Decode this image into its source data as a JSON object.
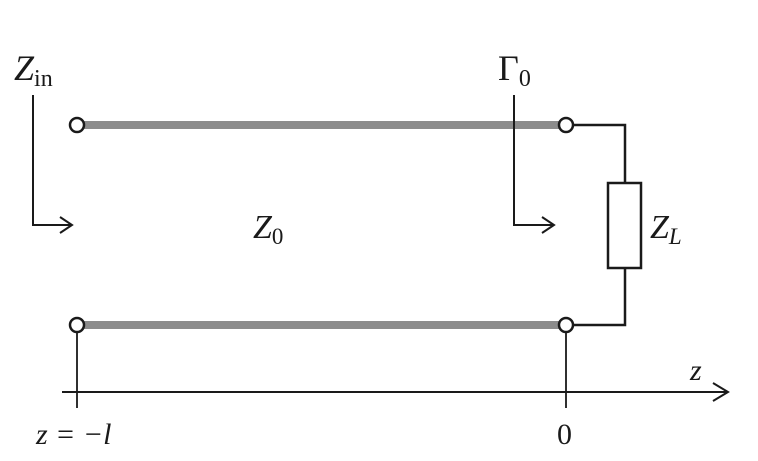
{
  "labels": {
    "z_in": {
      "main": "Z",
      "sub": "in"
    },
    "gamma0": {
      "main": "Γ",
      "sub": "0"
    },
    "z0": {
      "main": "Z",
      "sub": "0"
    },
    "zl": {
      "main": "Z",
      "sub": "L"
    },
    "z_axis": "z",
    "z_left": {
      "prefix": "z = −",
      "var": "l"
    },
    "z_zero": "0"
  }
}
